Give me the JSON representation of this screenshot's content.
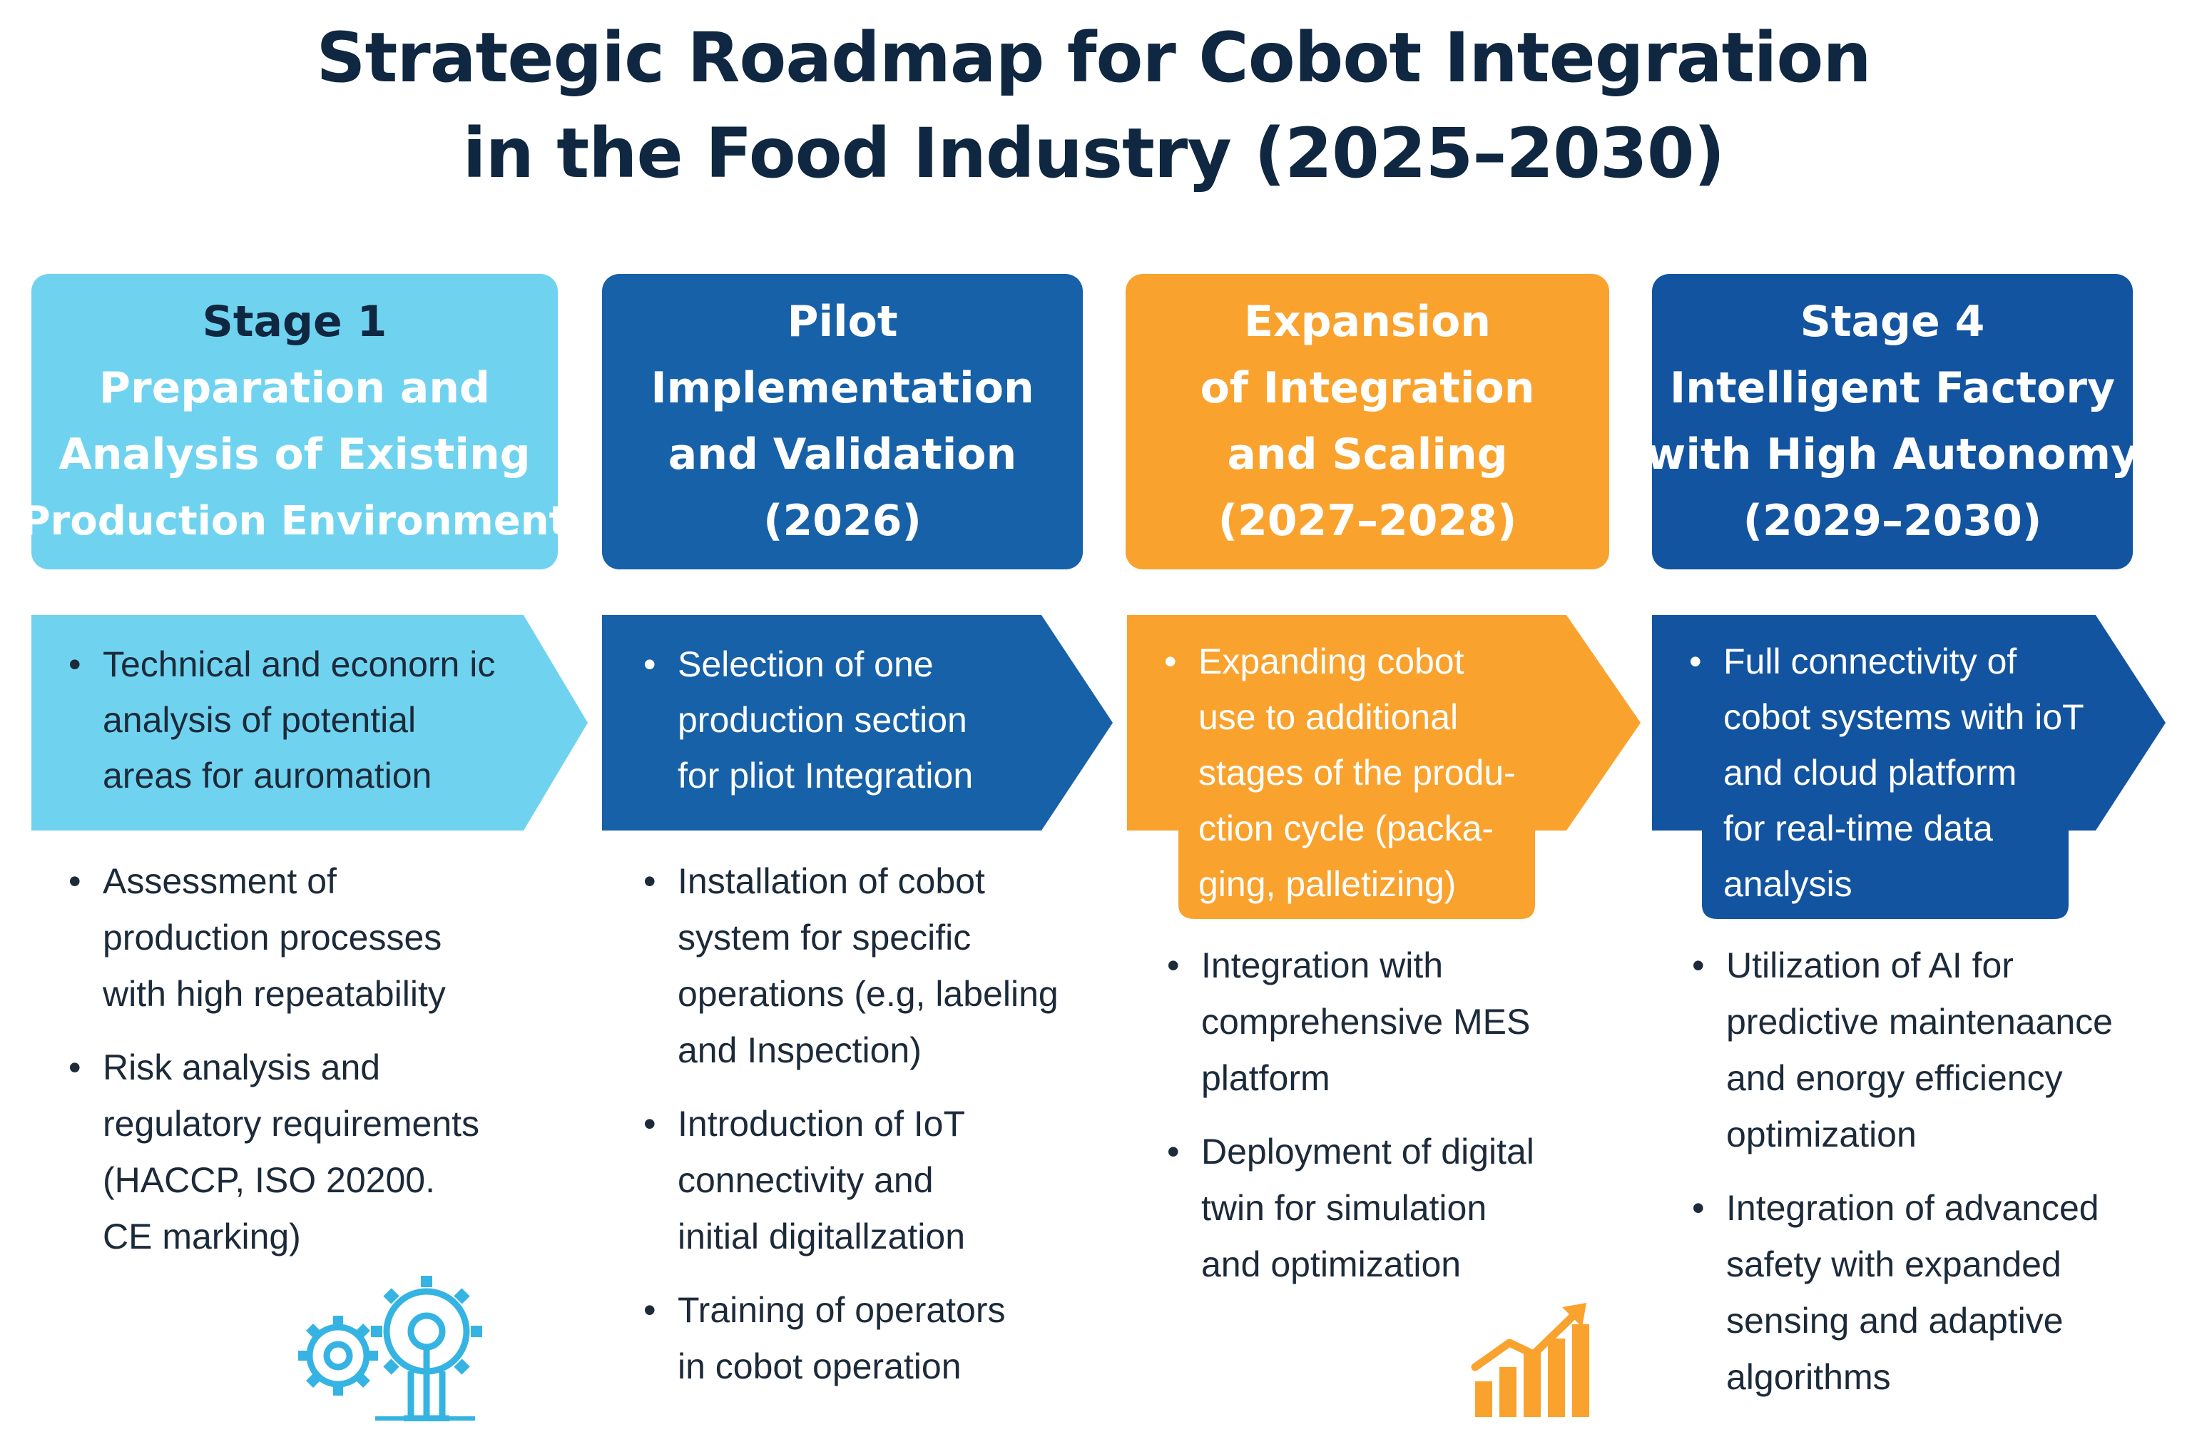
{
  "title": {
    "line1": "Strategic Roadmap for Cobot Integration",
    "line2": "in the Food Industry (2025–2030)"
  },
  "colors": {
    "stage1": "#6fd3f0",
    "stage2": "#1761a8",
    "stage3": "#f9a22e",
    "stage4": "#1354a0",
    "title": "#0f2740"
  },
  "stages": [
    {
      "header": [
        "Stage 1",
        "Preparation and",
        "Analysis of Existing",
        "Production Environment"
      ],
      "highlight": [
        [
          "Technical and econorn ic",
          "analysis of potential",
          "areas for auromation"
        ]
      ],
      "bullets": [
        [
          "Assessment of",
          "production processes",
          "with high repeatability"
        ],
        [
          "Risk analysis and",
          "regulatory requirements",
          "(HACCP, ISO 20200.",
          "CE marking)"
        ]
      ],
      "icon": "gears-icon"
    },
    {
      "header": [
        "Pilot",
        "Implementation",
        "and Validation",
        "(2026)"
      ],
      "highlight": [
        [
          "Selection of one",
          "production section",
          "for pliot Integration"
        ]
      ],
      "bullets": [
        [
          "Installation of cobot",
          "system for specific",
          "operations (e.g, labeling",
          "and Inspection)"
        ],
        [
          "Introduction of IoT",
          "connectivity and",
          "initial digitallzation"
        ],
        [
          "Training of operators",
          "in cobot operation"
        ]
      ]
    },
    {
      "header": [
        "Expansion",
        "of Integration",
        "and Scaling",
        "(2027–2028)"
      ],
      "highlight": [
        [
          "Expanding cobot",
          "use to additional",
          "stages of the produ-",
          "ction cycle (packa-",
          "ging, palletizing)"
        ]
      ],
      "bullets": [
        [
          "Integration with",
          "comprehensive MES",
          "platform"
        ],
        [
          "Deployment of digital",
          "twin for simulation",
          "and optimization"
        ]
      ],
      "icon": "growth-chart-icon"
    },
    {
      "header": [
        "Stage 4",
        "Intelligent Factory",
        "with High Autonomy",
        "(2029–2030)"
      ],
      "highlight": [
        [
          "Full connectivity of",
          "cobot systems with ioT",
          "and cloud platform",
          "for real-time data",
          "analysis"
        ]
      ],
      "bullets": [
        [
          "Utilization of AI for",
          "predictive maintenaance",
          "and enorgy efficiency",
          "optimization"
        ],
        [
          "Integration of advanced",
          "safety with expanded",
          "sensing and adaptive",
          "algorithms"
        ]
      ]
    }
  ]
}
